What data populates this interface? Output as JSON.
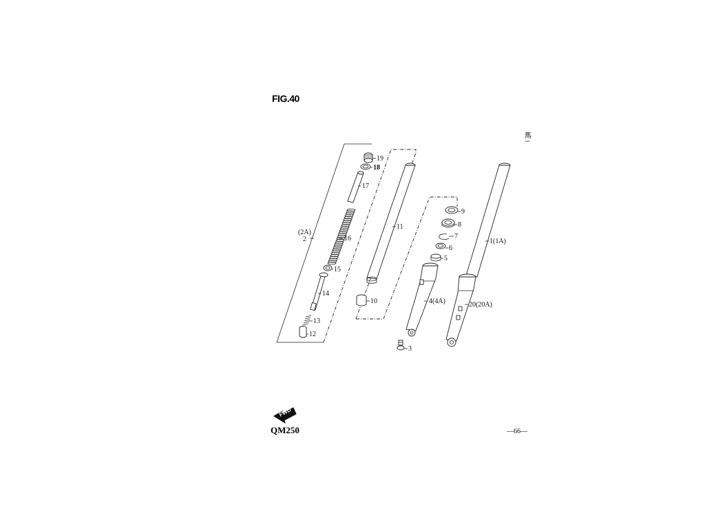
{
  "figure": {
    "title": "FIG.40"
  },
  "footer": {
    "model": "QM250",
    "page": "—66—",
    "edge_glyph": "馬"
  },
  "fwd_badge": {
    "label": "FWD",
    "icon": "forward-arrow-icon"
  },
  "labels": {
    "p1": "1(1A)",
    "p2a": "(2A)",
    "p2": "2",
    "p3": "3",
    "p4": "4(4A)",
    "p5": "5",
    "p6": "6",
    "p7": "7",
    "p8": "8",
    "p9": "9",
    "p10": "10",
    "p11": "11",
    "p12": "12",
    "p13": "13",
    "p14": "14",
    "p15": "15",
    "p16": "16",
    "p17": "17",
    "p18": "18",
    "p19": "19",
    "p20": "20(20A)"
  }
}
